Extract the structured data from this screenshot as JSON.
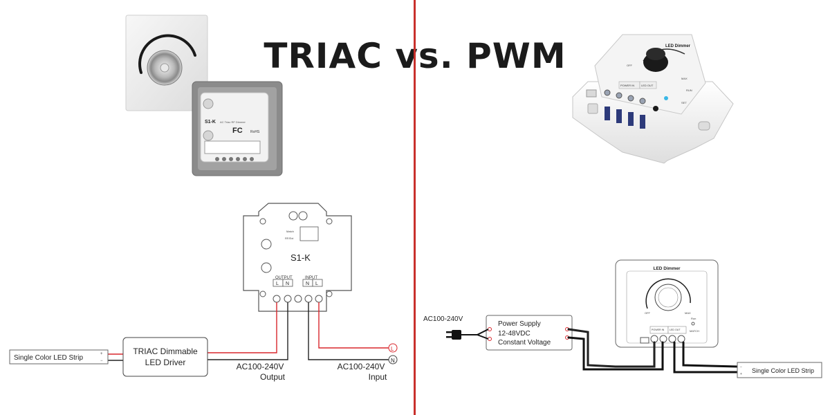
{
  "title": "TRIAC vs. PWM",
  "colors": {
    "divider": "#c9302c",
    "wire_red": "#d9262c",
    "wire_black": "#222222",
    "outline": "#444444"
  },
  "triac": {
    "module_model": "S1-K",
    "module_small_label": "S1-K",
    "module_tiny_text": "AC Triac RF Dimmer",
    "fc_mark": "FC",
    "rohs_mark": "RoHS",
    "match_label": "Match",
    "rf_label": "RF/Ext",
    "output_label": "OUTPUT",
    "input_label": "INPUT",
    "terminals": {
      "output_l": "L",
      "output_n": "N",
      "input_n": "N",
      "input_l": "L"
    },
    "led_strip_label": "Single Color LED Strip",
    "driver_line1": "TRIAC Dimmable",
    "driver_line2": "LED Driver",
    "output_caption_line1": "AC100-240V",
    "output_caption_line2": "Output",
    "input_caption_line1": "AC100-240V",
    "input_caption_line2": "Input",
    "l_terminal": "L",
    "n_terminal": "N"
  },
  "pwm": {
    "photo_label": "LED Dimmer",
    "photo_off": "OFF",
    "photo_max": "MAX",
    "photo_run": "RUN",
    "photo_set": "SET",
    "photo_power_in": "POWER IN",
    "photo_led_out": "LED OUT",
    "dimmer_label": "LED Dimmer",
    "off_label": "OFF",
    "max_label": "MAX",
    "run_label": "Run",
    "match_label": "MATCH",
    "power_in_label": "POWER IN",
    "led_out_label": "LED OUT",
    "power_supply_line1": "Power Supply",
    "power_supply_line2": "12-48VDC",
    "power_supply_line3": "Constant Voltage",
    "ac_label": "AC100-240V",
    "led_strip_label": "Single Color LED Strip"
  }
}
